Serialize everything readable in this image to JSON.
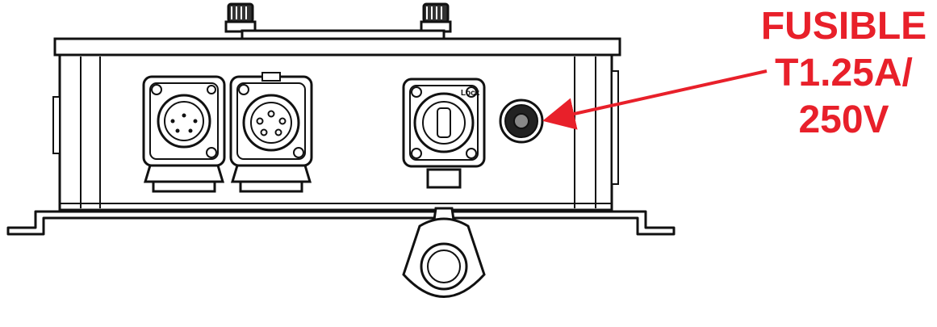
{
  "callout": {
    "lines": [
      "FUSIBLE",
      "T1.25A/",
      "250V"
    ],
    "color": "#e8202a"
  },
  "device": {
    "connectors": [
      {
        "name": "xlr-5pin-male-connector"
      },
      {
        "name": "xlr-5pin-female-connector"
      },
      {
        "name": "powercon-connector"
      },
      {
        "name": "fuse-holder"
      }
    ],
    "powercon_lock_label": "Lock"
  },
  "colors": {
    "line": "#111111",
    "fill": "#ffffff"
  }
}
